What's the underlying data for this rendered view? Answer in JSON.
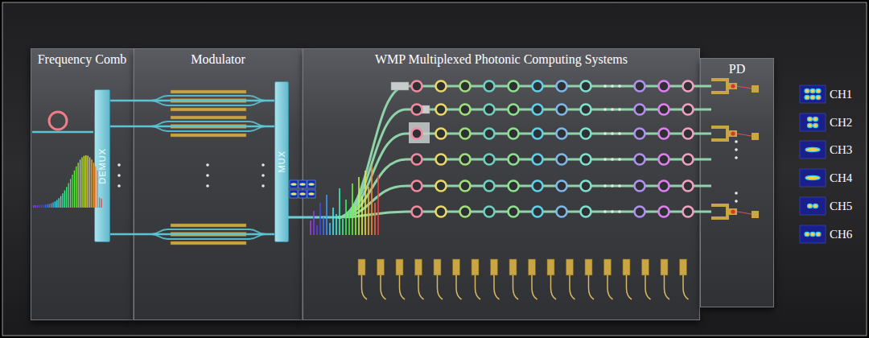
{
  "diagram": {
    "nodes": [
      {
        "text": [
          "Frequency Comb"
        ]
      },
      {
        "text": [
          "Modulator"
        ]
      },
      {
        "text": [
          "WMP Multiplexed Photonic Computing Systems"
        ]
      },
      {
        "text": [
          "PD"
        ]
      },
      {
        "text": [
          "DEMUX"
        ],
        "in": 0
      },
      {
        "text": [
          "MUX"
        ],
        "in": 1
      }
    ],
    "edges": [
      {
        "from": 4,
        "to": 5,
        "arrow": "none"
      },
      {
        "from": 4,
        "to": 5,
        "arrow": "none"
      },
      {
        "from": 4,
        "to": 5,
        "arrow": "none"
      }
    ],
    "labels": [
      "CH1",
      "CH2",
      "CH3",
      "CH4",
      "CH5",
      "CH6"
    ]
  }
}
